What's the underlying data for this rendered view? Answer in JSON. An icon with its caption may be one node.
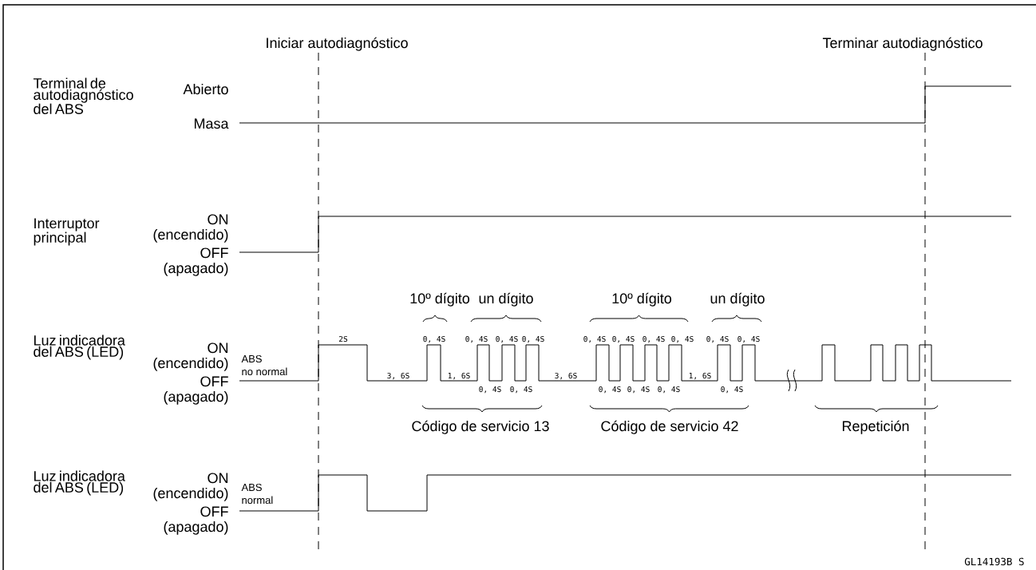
{
  "diagram": {
    "labels": [
      "Iniciar autodiagnóstico",
      "Terminar autodiagnóstico",
      "Terminal de autodiagnóstico del ABS",
      "Abierto",
      "Masa",
      "Interruptor principal",
      "ON",
      "(encendido)",
      "OFF",
      "(apagado)",
      "10º dígito",
      "un dígito",
      "10º dígito",
      "un dígito",
      "Luz indicadora del ABS (LED)",
      "ON",
      "(encendido)",
      "OFF",
      "(apagado)",
      "ABS",
      "no normal",
      "2S",
      "0, 4S",
      "0, 4S",
      "0, 4S",
      "0, 4S",
      "0, 4S",
      "0, 4S",
      "0, 4S",
      "0, 4S",
      "0, 4S",
      "0, 4S",
      "3, 6S",
      "1, 6S",
      "3, 6S",
      "1, 6S",
      "0, 4S",
      "0, 4S",
      "0, 4S",
      "0, 4S",
      "0, 4S",
      "0, 4S",
      "Código de servicio 13",
      "Código de servicio 42",
      "Repetición",
      "Luz indicadora del ABS (LED)",
      "ON",
      "(encendido)",
      "OFF",
      "(apagado)",
      "ABS",
      "normal",
      "GL14193B S"
    ]
  }
}
